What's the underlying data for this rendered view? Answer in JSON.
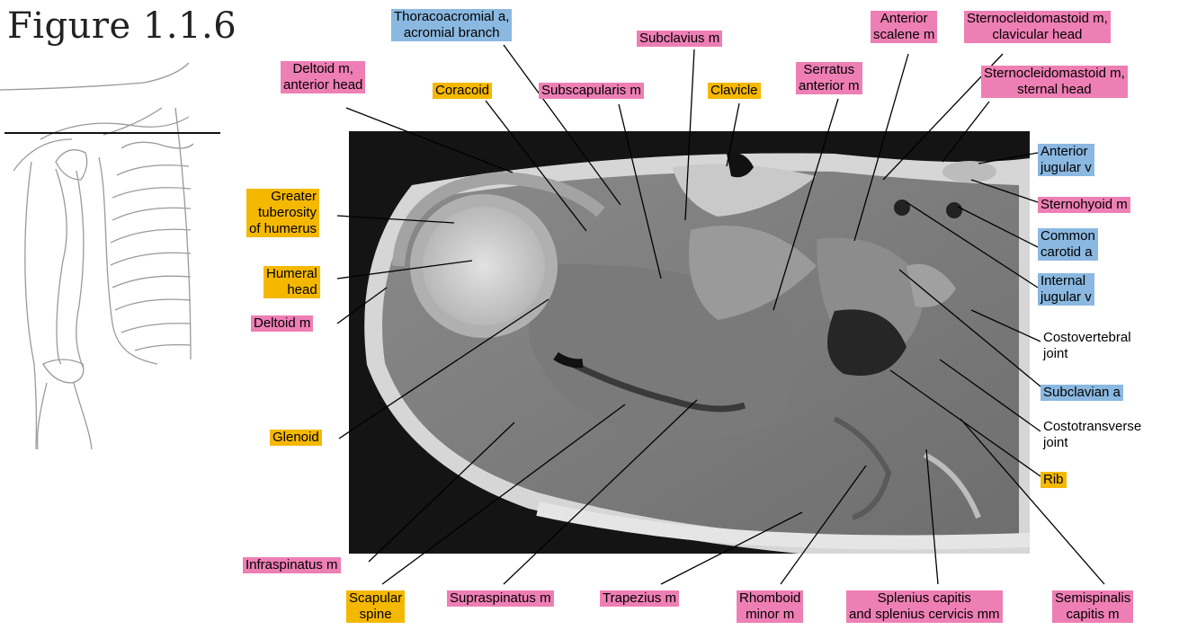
{
  "figure": {
    "title": "Figure 1.1.6"
  },
  "colors": {
    "muscle": "#ee7fb4",
    "vessel": "#8ab8e0",
    "bone": "#f5b800",
    "image_background": "#141414"
  },
  "labels": {
    "thoracoacromial": [
      "Thoracoacromial a,",
      "acromial branch"
    ],
    "subclavius": [
      "Subclavius m"
    ],
    "anterior_scalene": [
      "Anterior",
      "scalene m"
    ],
    "scm_clavicular": [
      "Sternocleidomastoid m,",
      "clavicular head"
    ],
    "deltoid_anterior": [
      "Deltoid m,",
      "anterior head"
    ],
    "coracoid": [
      "Coracoid"
    ],
    "subscapularis": [
      "Subscapularis m"
    ],
    "clavicle": [
      "Clavicle"
    ],
    "serratus_anterior": [
      "Serratus",
      "anterior m"
    ],
    "scm_sternal": [
      "Sternocleidomastoid m,",
      "sternal head"
    ],
    "anterior_jugular": [
      "Anterior",
      "jugular v"
    ],
    "greater_tuberosity": [
      "Greater",
      "tuberosity",
      "of humerus"
    ],
    "sternohyoid": [
      "Sternohyoid m"
    ],
    "common_carotid": [
      "Common",
      "carotid a"
    ],
    "humeral_head": [
      "Humeral",
      "head"
    ],
    "internal_jugular": [
      "Internal",
      "jugular v"
    ],
    "deltoid": [
      "Deltoid m"
    ],
    "costovertebral": [
      "Costovertebral",
      "joint"
    ],
    "subclavian": [
      "Subclavian a"
    ],
    "glenoid": [
      "Glenoid"
    ],
    "costotransverse": [
      "Costotransverse",
      "joint"
    ],
    "rib": [
      "Rib"
    ],
    "infraspinatus": [
      "Infraspinatus m"
    ],
    "scapular_spine": [
      "Scapular",
      "spine"
    ],
    "supraspinatus": [
      "Supraspinatus m"
    ],
    "trapezius": [
      "Trapezius m"
    ],
    "rhomboid_minor": [
      "Rhomboid",
      "minor m"
    ],
    "splenius": [
      "Splenius capitis",
      "and splenius cervicis mm"
    ],
    "semispinalis": [
      "Semispinalis",
      "capitis m"
    ]
  }
}
